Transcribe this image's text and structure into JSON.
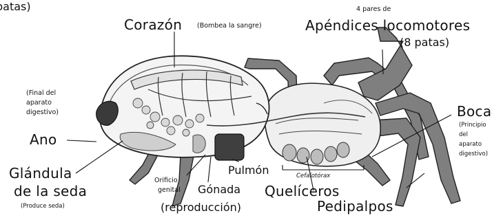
{
  "labels": {
    "top_left_fragment": "patas)",
    "corazon": "Corazón",
    "corazon_note": "(Bombea la sangre)",
    "pares_note": "4 pares de",
    "apendices": "Apéndices locomotores",
    "ocho_patas": "(8 patas)",
    "final_note": [
      "(Final del",
      "aparato",
      "digestivo)"
    ],
    "ano": "Ano",
    "boca": "Boca",
    "principio_note": [
      "(Principio",
      "del",
      "aparato",
      "digestivo)"
    ],
    "glandula": "Glándula",
    "de_la_seda": "de la seda",
    "produce_seda": "(Produce seda)",
    "orificio": "Orificio",
    "genital": "genital",
    "pulmon": "Pulmón",
    "gonada": "Gónada",
    "reproduccion": "(reproducción)",
    "cefalotorax": "Cefalotórax",
    "queliceros": "Quelíceros",
    "pedipalpos": "Pedipalpos"
  },
  "colors": {
    "ink": "#111111",
    "leg_fill": "#7f7f7f",
    "leg_dark": "#4d4d4d",
    "lung": "#3f3f3f",
    "body_fill": "#f2f2f2",
    "gland": "#d6d6d6"
  }
}
